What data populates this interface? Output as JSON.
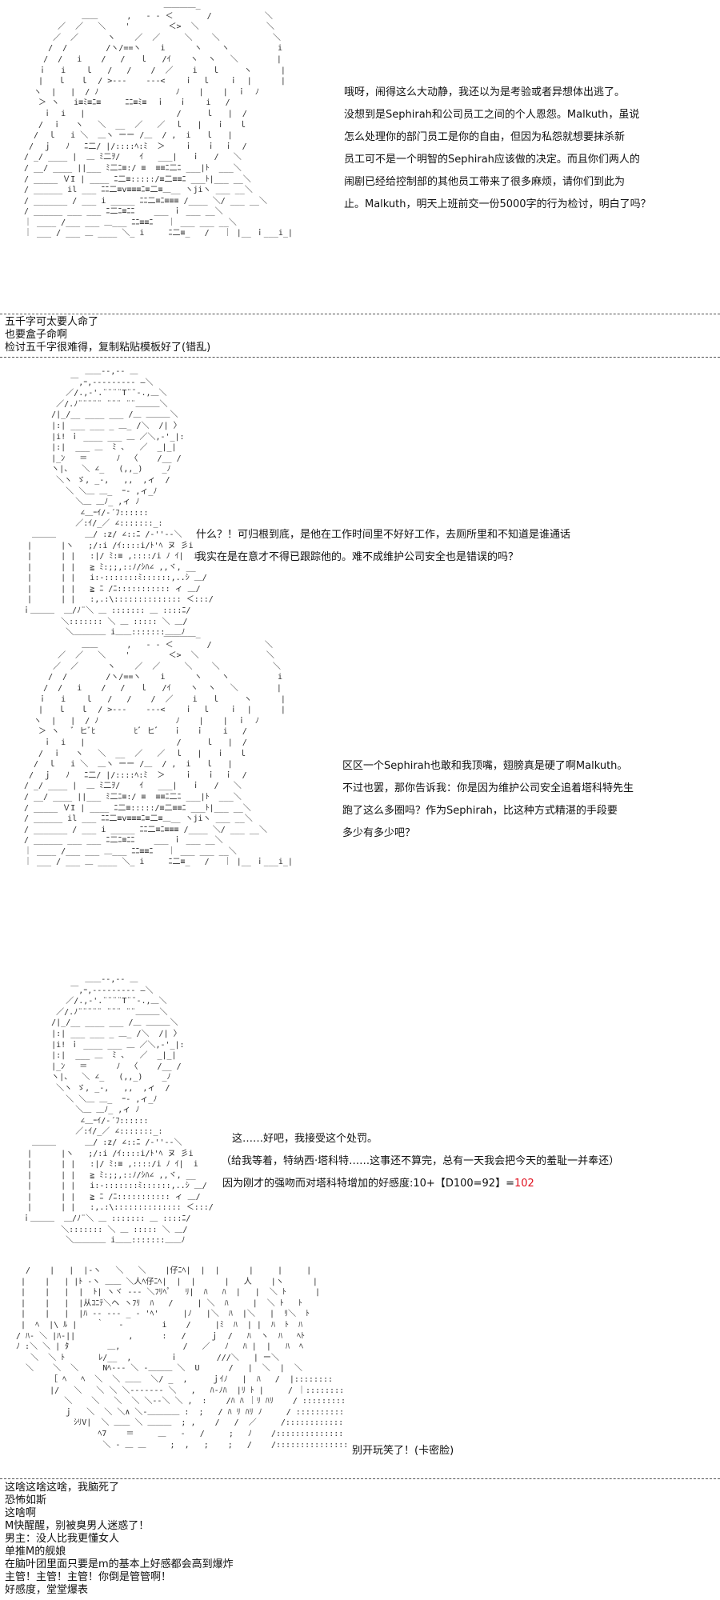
{
  "scenes": [
    {
      "speech": [
        "哦呀，闹得这么大动静，我还以为是考验或者异想体出逃了。",
        "没想到是Sephirah和公司员工之间的个人恩怨。Malkuth，虽说",
        "怎么处理你的部门员工是你的自由，但因为私怨就想要抹杀新",
        "员工可不是一个明智的Sephirah应该做的决定。而且你们两人的",
        "闹剧已经给控制部的其他员工带来了很多麻烦，请你们到此为",
        "止。Malkuth，明天上班前交一份5000字的行为检讨，明白了吗？"
      ]
    },
    {
      "speech": [
        "什么？！可归根到底，是他在工作时间里不好好工作，去厕所里和不知道是谁通话",
        "我实在是在意才不得已跟踪他的。难不成维护公司安全也是错误的吗？"
      ]
    },
    {
      "speech": [
        "区区一个Sephirah也敢和我顶嘴，翅膀真是硬了啊Malkuth。",
        "不过也罢，那你告诉我：你是因为维护公司安全追着塔科特先生",
        "跑了这么多圈吗？作为Sephirah，比这种方式精湛的手段要",
        "多少有多少吧？"
      ]
    },
    {
      "speech": [
        "这……好吧，我接受这个处罚。",
        "（给我等着，特纳西·塔科特……这事还不算完，总有一天我会把今天的羞耻一并奉还）"
      ],
      "affinity": {
        "prefix": "因为刚才的强吻而对塔科特增加的好感度:10+【D100=92】=",
        "result": "102",
        "result_color": "#e0101e"
      }
    },
    {
      "speech": [
        "别开玩笑了！(卡密脸)"
      ]
    }
  ],
  "comments_1": [
    "五千字可太要人命了",
    "也要盒子命啊",
    "检讨五千字很难得，复制粘贴模板好了(错乱)"
  ],
  "comments_2": [
    "这啥这啥这啥，我脑死了",
    "恐怖如斯",
    "这啥啊",
    "M快醒醒，别被臭男人迷惑了！",
    "男主：没人比我更懂女人",
    "单推M的舰娘",
    "在脑叶团里面只要是m的基本上好感都会高到爆炸",
    "主管！主管！主管！你倒是管管啊！",
    "好感度，堂堂爆表"
  ]
}
